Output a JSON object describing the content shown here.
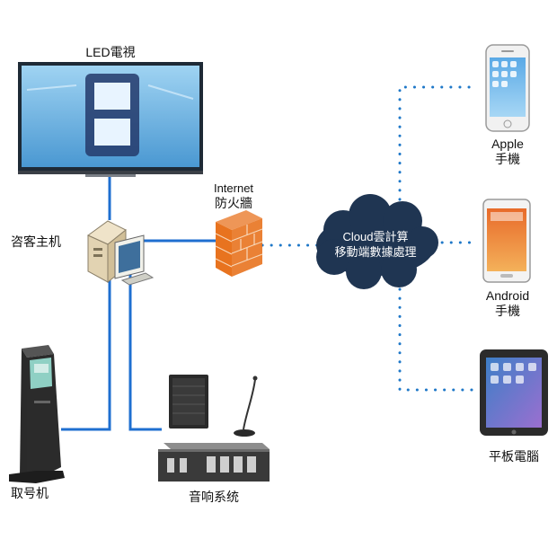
{
  "nodes": {
    "led_tv": "LED電視",
    "host": "咨客主机",
    "firewall_line1": "Internet",
    "firewall_line2": "防火牆",
    "cloud_line1": "Cloud雲計算",
    "cloud_line2": "移動端數據處理",
    "apple_line1": "Apple",
    "apple_line2": "手機",
    "android_line1": "Android",
    "android_line2": "手機",
    "tablet": "平板電腦",
    "kiosk": "取号机",
    "audio": "音响系统"
  },
  "colors": {
    "wire": "#1f6fd0",
    "dots": "#1f78c8",
    "cloud": "#1f3552",
    "firewall": "#e8731f",
    "tv_screen": "#6fb4e2",
    "device_dark": "#2b2b2b"
  },
  "icons": {
    "tv": "led-tv-icon",
    "host": "desktop-computer-icon",
    "firewall": "firewall-icon",
    "cloud": "cloud-icon",
    "apple": "smartphone-icon",
    "android": "smartphone-icon",
    "tablet": "tablet-icon",
    "kiosk": "ticket-kiosk-icon",
    "speaker": "speaker-icon",
    "microphone": "microphone-icon",
    "amplifier": "amplifier-icon"
  }
}
